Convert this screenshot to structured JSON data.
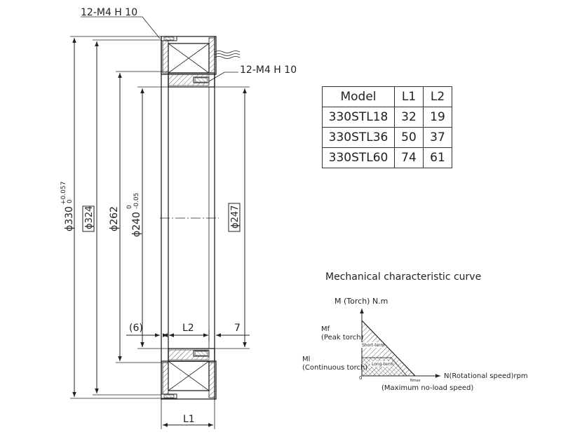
{
  "callouts": {
    "top_hole": "12-M4 H 10",
    "mid_hole": "12-M4 H 10"
  },
  "dimensions": {
    "d330": "ϕ330",
    "d330_tol_upper": "+0.057",
    "d330_tol_lower": "0",
    "d324": "ϕ324",
    "d262": "ϕ262",
    "d240": "ϕ240",
    "d240_tol_upper": "0",
    "d240_tol_lower": "-0.05",
    "d247": "ϕ247",
    "gap6": "(6)",
    "l2": "L2",
    "seven": "7",
    "l1": "L1"
  },
  "table": {
    "headers": [
      "Model",
      "L1",
      "L2"
    ],
    "rows": [
      [
        "330STL18",
        "32",
        "19"
      ],
      [
        "330STL36",
        "50",
        "37"
      ],
      [
        "330STL60",
        "74",
        "61"
      ]
    ]
  },
  "curve": {
    "title": "Mechanical characteristic curve",
    "y_axis": "M (Torch) N.m",
    "x_axis": "N(Rotational speed)rpm",
    "mf_label": "Mf",
    "mf_desc": "(Peak torch)",
    "ml_label": "Ml",
    "ml_desc": "(Continuous torch)",
    "short_term": "Short-term",
    "long_term": "Long-term",
    "n_max_desc": "(Maximum no-load speed)",
    "origin": "0",
    "n_max_mark": "Nmax"
  }
}
